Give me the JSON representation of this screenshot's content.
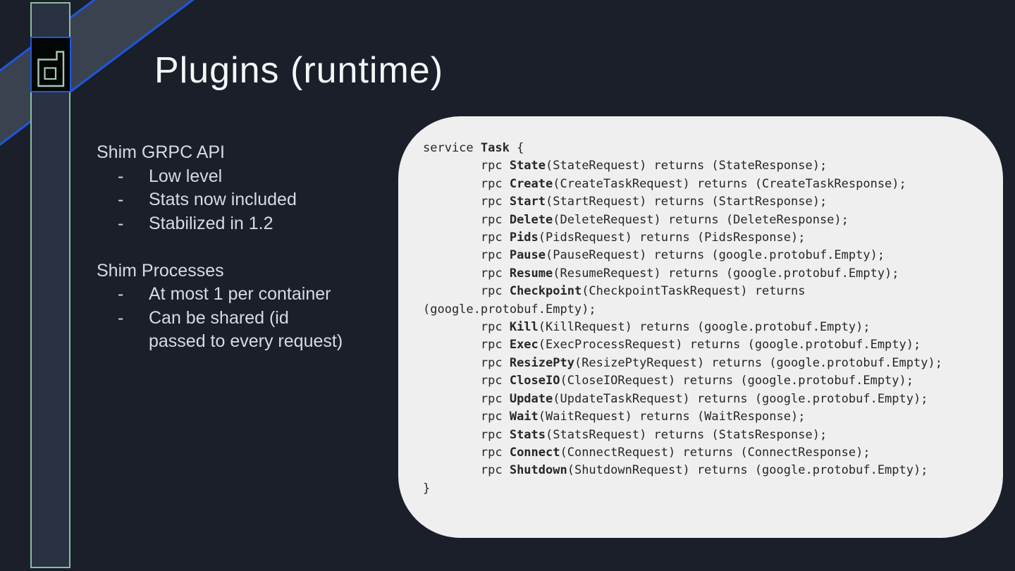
{
  "slide": {
    "title": "Plugins (runtime)",
    "left_panel": {
      "bullet_marker": "-",
      "sections": [
        {
          "heading": "Shim GRPC API",
          "bullets": [
            "Low level",
            "Stats now included",
            "Stabilized in 1.2"
          ]
        },
        {
          "heading": "Shim Processes",
          "bullets": [
            "At most 1 per container",
            "Can be shared (id\npassed to every request)"
          ]
        }
      ]
    },
    "code_panel": {
      "language": "protobuf",
      "lines": [
        [
          [
            "service ",
            0
          ],
          [
            "Task",
            1
          ],
          [
            " {",
            0
          ]
        ],
        [
          [
            "        rpc ",
            0
          ],
          [
            "State",
            1
          ],
          [
            "(StateRequest) returns (StateResponse);",
            0
          ]
        ],
        [
          [
            "        rpc ",
            0
          ],
          [
            "Create",
            1
          ],
          [
            "(CreateTaskRequest) returns (CreateTaskResponse);",
            0
          ]
        ],
        [
          [
            "        rpc ",
            0
          ],
          [
            "Start",
            1
          ],
          [
            "(StartRequest) returns (StartResponse);",
            0
          ]
        ],
        [
          [
            "        rpc ",
            0
          ],
          [
            "Delete",
            1
          ],
          [
            "(DeleteRequest) returns (DeleteResponse);",
            0
          ]
        ],
        [
          [
            "        rpc ",
            0
          ],
          [
            "Pids",
            1
          ],
          [
            "(PidsRequest) returns (PidsResponse);",
            0
          ]
        ],
        [
          [
            "        rpc ",
            0
          ],
          [
            "Pause",
            1
          ],
          [
            "(PauseRequest) returns (google.protobuf.Empty);",
            0
          ]
        ],
        [
          [
            "        rpc ",
            0
          ],
          [
            "Resume",
            1
          ],
          [
            "(ResumeRequest) returns (google.protobuf.Empty);",
            0
          ]
        ],
        [
          [
            "        rpc ",
            0
          ],
          [
            "Checkpoint",
            1
          ],
          [
            "(CheckpointTaskRequest) returns",
            0
          ]
        ],
        [
          [
            "(google.protobuf.Empty);",
            0
          ]
        ],
        [
          [
            "        rpc ",
            0
          ],
          [
            "Kill",
            1
          ],
          [
            "(KillRequest) returns (google.protobuf.Empty);",
            0
          ]
        ],
        [
          [
            "        rpc ",
            0
          ],
          [
            "Exec",
            1
          ],
          [
            "(ExecProcessRequest) returns (google.protobuf.Empty);",
            0
          ]
        ],
        [
          [
            "        rpc ",
            0
          ],
          [
            "ResizePty",
            1
          ],
          [
            "(ResizePtyRequest) returns (google.protobuf.Empty);",
            0
          ]
        ],
        [
          [
            "        rpc ",
            0
          ],
          [
            "CloseIO",
            1
          ],
          [
            "(CloseIORequest) returns (google.protobuf.Empty);",
            0
          ]
        ],
        [
          [
            "        rpc ",
            0
          ],
          [
            "Update",
            1
          ],
          [
            "(UpdateTaskRequest) returns (google.protobuf.Empty);",
            0
          ]
        ],
        [
          [
            "        rpc ",
            0
          ],
          [
            "Wait",
            1
          ],
          [
            "(WaitRequest) returns (WaitResponse);",
            0
          ]
        ],
        [
          [
            "        rpc ",
            0
          ],
          [
            "Stats",
            1
          ],
          [
            "(StatsRequest) returns (StatsResponse);",
            0
          ]
        ],
        [
          [
            "        rpc ",
            0
          ],
          [
            "Connect",
            1
          ],
          [
            "(ConnectRequest) returns (ConnectResponse);",
            0
          ]
        ],
        [
          [
            "        rpc ",
            0
          ],
          [
            "Shutdown",
            1
          ],
          [
            "(ShutdownRequest) returns (google.protobuf.Empty);",
            0
          ]
        ],
        [
          [
            "}",
            0
          ]
        ]
      ]
    },
    "icons": {
      "logo": "containerd-d-logo"
    },
    "colors": {
      "background": "#1a1f2a",
      "title_text": "#f4f6f8",
      "body_text": "#d7dbe0",
      "panel_background": "#efefef",
      "code_text": "#24272b",
      "accent_blue": "#2057e0",
      "accent_sage": "#8dbca6",
      "stripe_fill": "#3a4250",
      "column_fill": "#2a3140",
      "logo_background": "#020604"
    }
  }
}
